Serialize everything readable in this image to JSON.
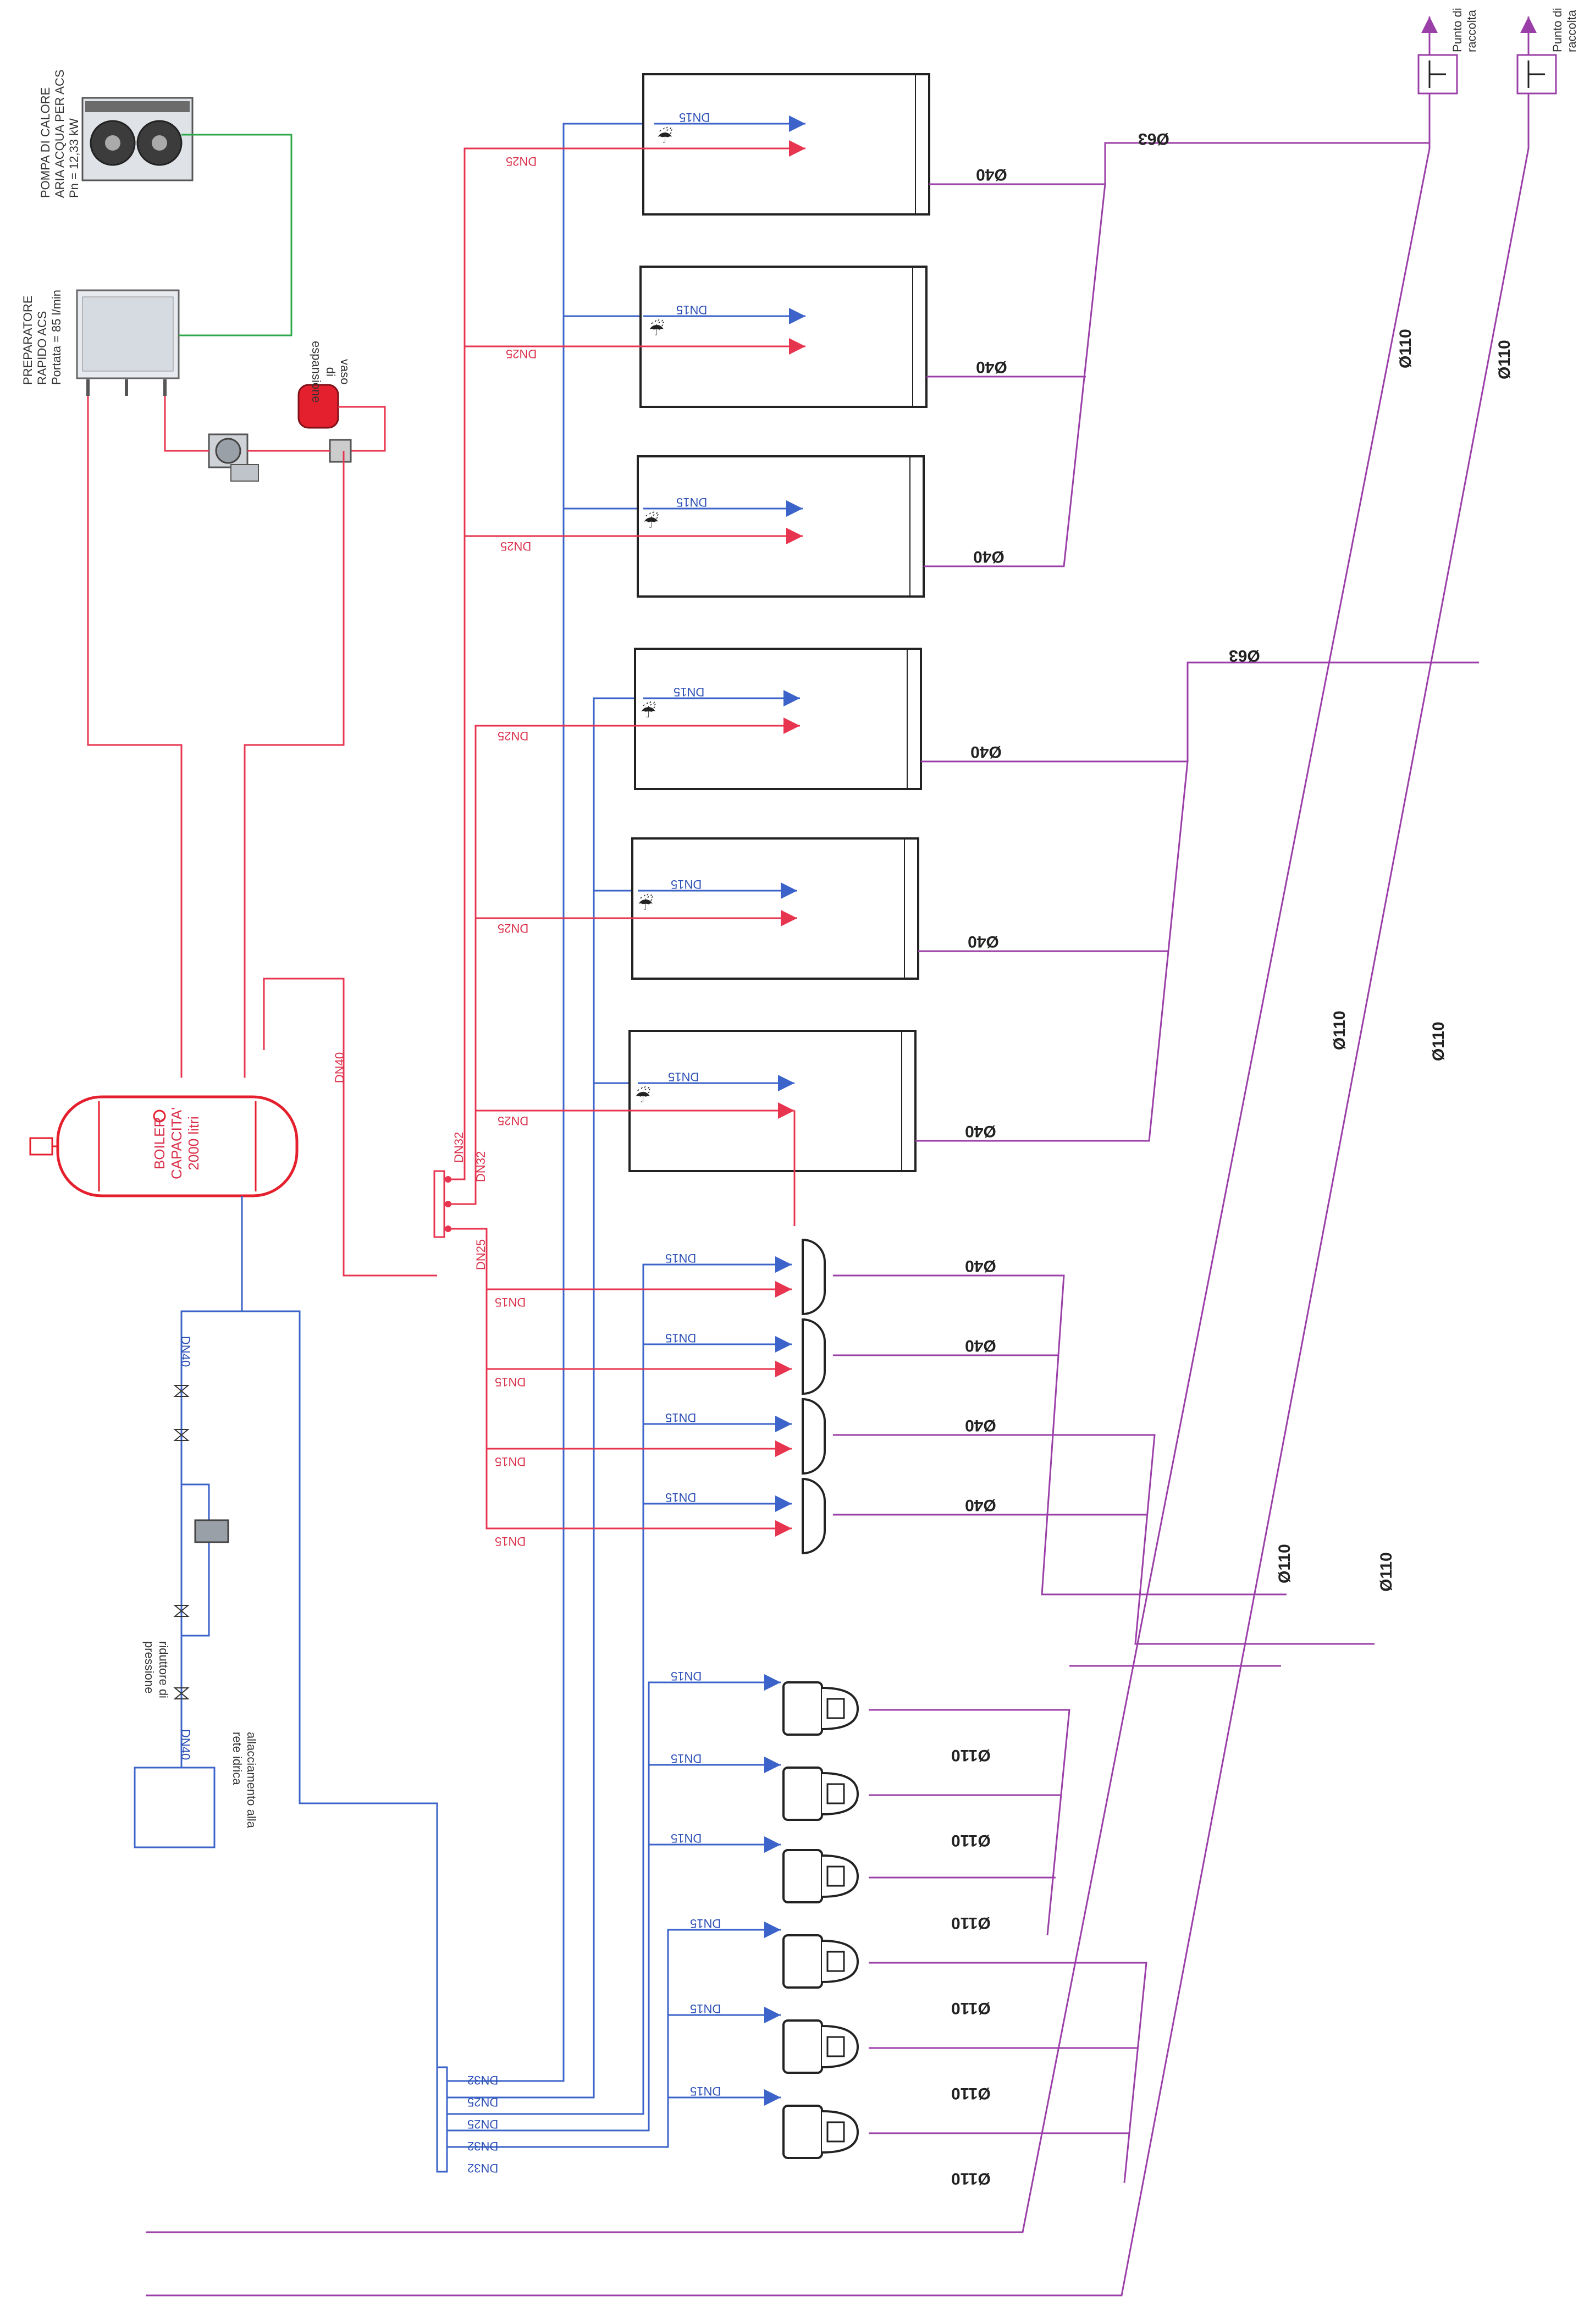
{
  "equipment": {
    "heat_pump": {
      "line1": "POMPA DI CALORE",
      "line2": "ARIA ACQUA PER ACS",
      "line3": "Pn = 12,33 kW"
    },
    "preparer": {
      "line1": "PREPARATORE",
      "line2": "RAPIDO ACS",
      "line3": "Portata = 85 l/min"
    },
    "expansion_vessel": {
      "line1": "vaso",
      "line2": "di",
      "line3": "espansione"
    },
    "boiler": {
      "line1": "BOILER",
      "line2": "CAPACITA'",
      "line3": "2000 litri"
    },
    "pressure_reducer": {
      "line1": "riduttore di",
      "line2": "pressione"
    },
    "water_connection": {
      "line1": "allacciamento alla",
      "line2": "rete idrica"
    },
    "collection_points": [
      {
        "line1": "Punto di",
        "line2": "raccolta"
      },
      {
        "line1": "Punto di",
        "line2": "raccolta"
      }
    ]
  },
  "pipes": {
    "dn15": "DN15",
    "dn25": "DN25",
    "dn32": "DN32",
    "dn40": "DN40",
    "d40": "Ø40",
    "d63": "Ø63",
    "d110": "Ø110"
  },
  "colors": {
    "hot": "#e8354f",
    "cold": "#3b63c9",
    "drain": "#9b3fa8",
    "solar": "#2ea84a"
  }
}
